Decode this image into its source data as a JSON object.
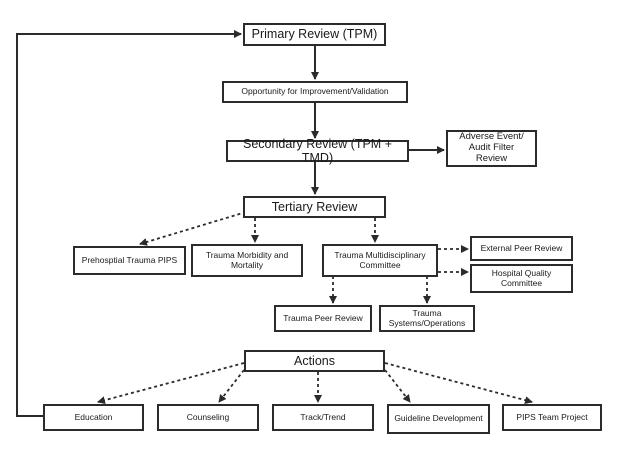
{
  "nodes": {
    "primary": "Primary Review (TPM)",
    "opportunity": "Opportunity for Improvement/Validation",
    "secondary": "Secondary Review (TPM + TMD)",
    "adverse": "Adverse Event/ Audit Filter Review",
    "tertiary": "Tertiary Review",
    "prehospital": "Prehosptial Trauma PIPS",
    "morbidity": "Trauma Morbidity and Mortality",
    "multidisciplinary": "Trauma Multidisciplinary Committee",
    "external_peer": "External Peer Review",
    "hospital_quality": "Hospital Quality Committee",
    "trauma_peer": "Trauma Peer Review",
    "systems_ops": "Trauma Systems/Operations",
    "actions": "Actions",
    "education": "Education",
    "counseling": "Counseling",
    "track_trend": "Track/Trend",
    "guideline": "Guideline Development",
    "pips_team": "PIPS Team Project"
  },
  "colors": {
    "stroke": "#2b2b2b",
    "background": "#ffffff",
    "text": "#1a1a1a"
  }
}
